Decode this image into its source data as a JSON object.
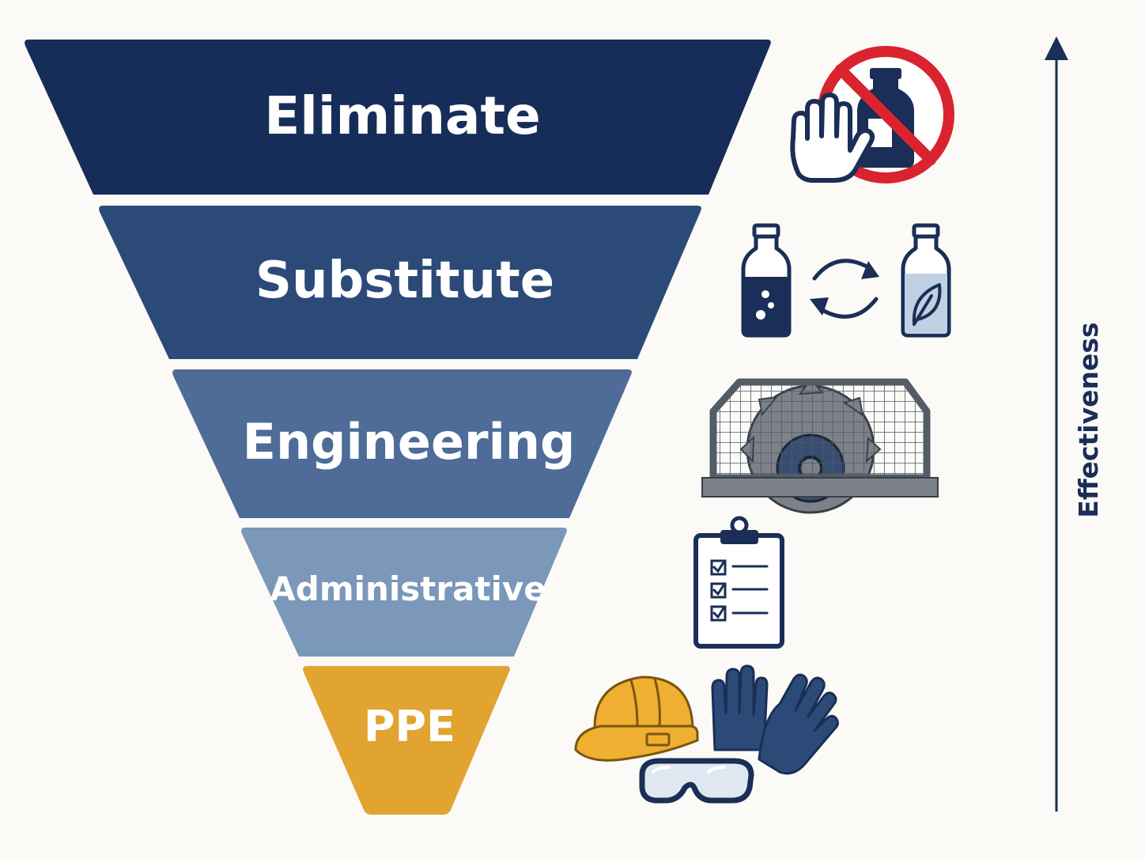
{
  "hierarchy": {
    "tiers": [
      {
        "label": "Eliminate",
        "color": "#172d59",
        "icon": "no-chemical-icon"
      },
      {
        "label": "Substitute",
        "color": "#2c4a78",
        "icon": "bottle-swap-icon"
      },
      {
        "label": "Engineering",
        "color": "#4e6c97",
        "icon": "saw-guard-icon"
      },
      {
        "label": "Administrative",
        "color": "#7b97b9",
        "icon": "checklist-icon"
      },
      {
        "label": "PPE",
        "color": "#e1a431",
        "icon": "ppe-gear-icon"
      }
    ]
  },
  "axis": {
    "label": "Effectiveness",
    "color": "#1a2e57"
  },
  "colors": {
    "navy": "#1a2e57",
    "red": "#d9242f",
    "yellow": "#efaf31",
    "background": "#fbfaf6"
  }
}
